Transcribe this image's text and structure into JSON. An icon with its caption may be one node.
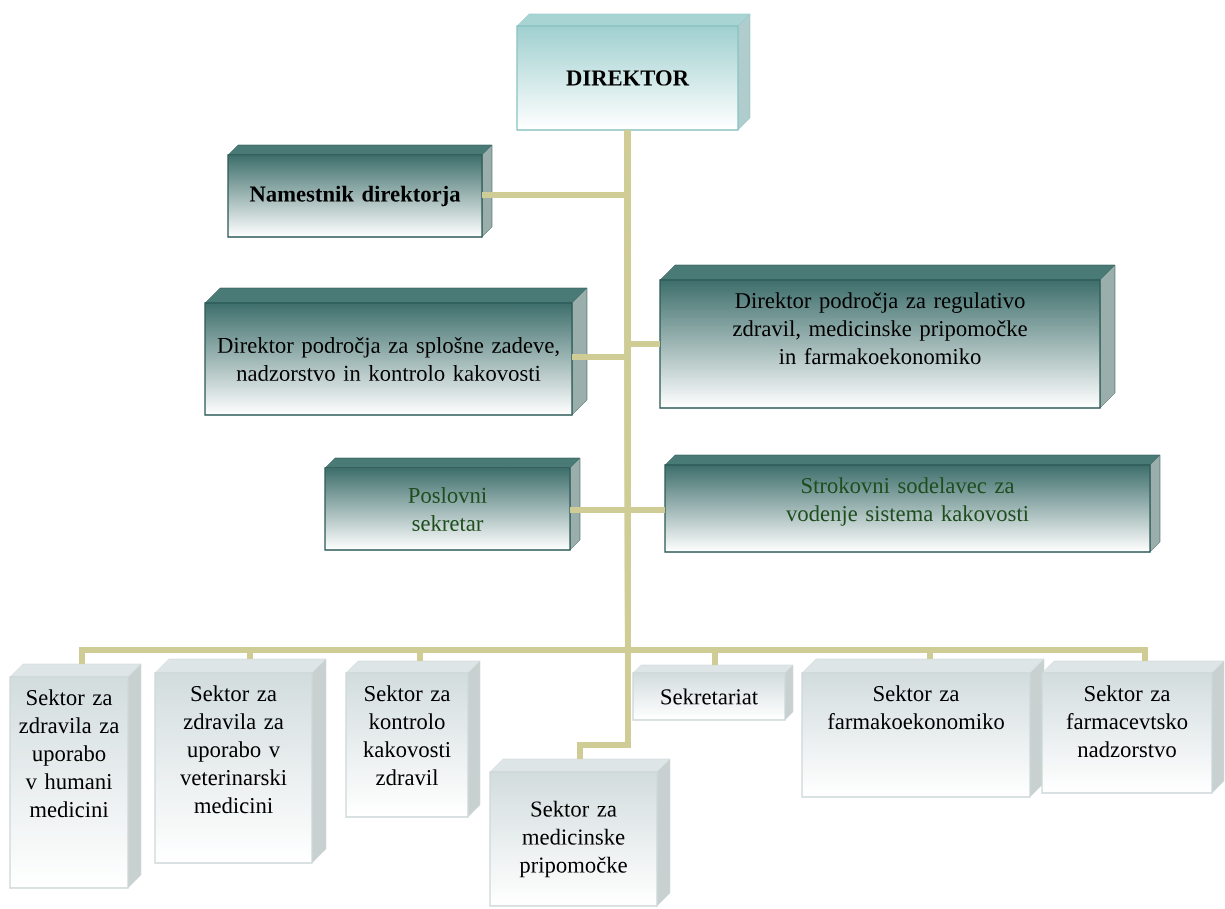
{
  "diagram": {
    "nodes": [
      {
        "text": [
          "DIREKTOR"
        ]
      },
      {
        "text": [
          "Namestnik direktorja"
        ]
      },
      {
        "text": [
          "Direktor področja za splošne zadeve, nadzorstvo in kontrolo kakovosti"
        ]
      },
      {
        "text": [
          "Direktor področja za regulativo zdravil, medicinske pripomočke in farmakoekonomiko"
        ]
      },
      {
        "text": [
          "Poslovni sekretar"
        ]
      },
      {
        "text": [
          "Strokovni sodelavec za vodenje sistema kakovosti"
        ]
      },
      {
        "text": [
          "Sektor za zdravila za uporabo v humani medicini"
        ]
      },
      {
        "text": [
          "Sektor za zdravila za uporabo v veterinarski medicini"
        ]
      },
      {
        "text": [
          "Sektor za kontrolo kakovosti zdravil"
        ]
      },
      {
        "text": [
          "Sektor za medicinske pripomočke"
        ]
      },
      {
        "text": [
          "Sekretariat"
        ]
      },
      {
        "text": [
          "Sektor za farmakoekonomiko"
        ]
      },
      {
        "text": [
          "Sektor za farmacevtsko nadzorstvo"
        ]
      }
    ],
    "edges": [
      {
        "from": 0,
        "to": 1,
        "arrow": "none"
      },
      {
        "from": 0,
        "to": 2,
        "arrow": "none"
      },
      {
        "from": 0,
        "to": 3,
        "arrow": "none"
      },
      {
        "from": 0,
        "to": 4,
        "arrow": "none"
      },
      {
        "from": 0,
        "to": 5,
        "arrow": "none"
      },
      {
        "from": 0,
        "to": 6,
        "arrow": "none"
      },
      {
        "from": 0,
        "to": 7,
        "arrow": "none"
      },
      {
        "from": 0,
        "to": 8,
        "arrow": "none"
      },
      {
        "from": 0,
        "to": 9,
        "arrow": "none"
      },
      {
        "from": 0,
        "to": 10,
        "arrow": "none"
      },
      {
        "from": 0,
        "to": 11,
        "arrow": "none"
      },
      {
        "from": 0,
        "to": 12,
        "arrow": "none"
      }
    ]
  }
}
